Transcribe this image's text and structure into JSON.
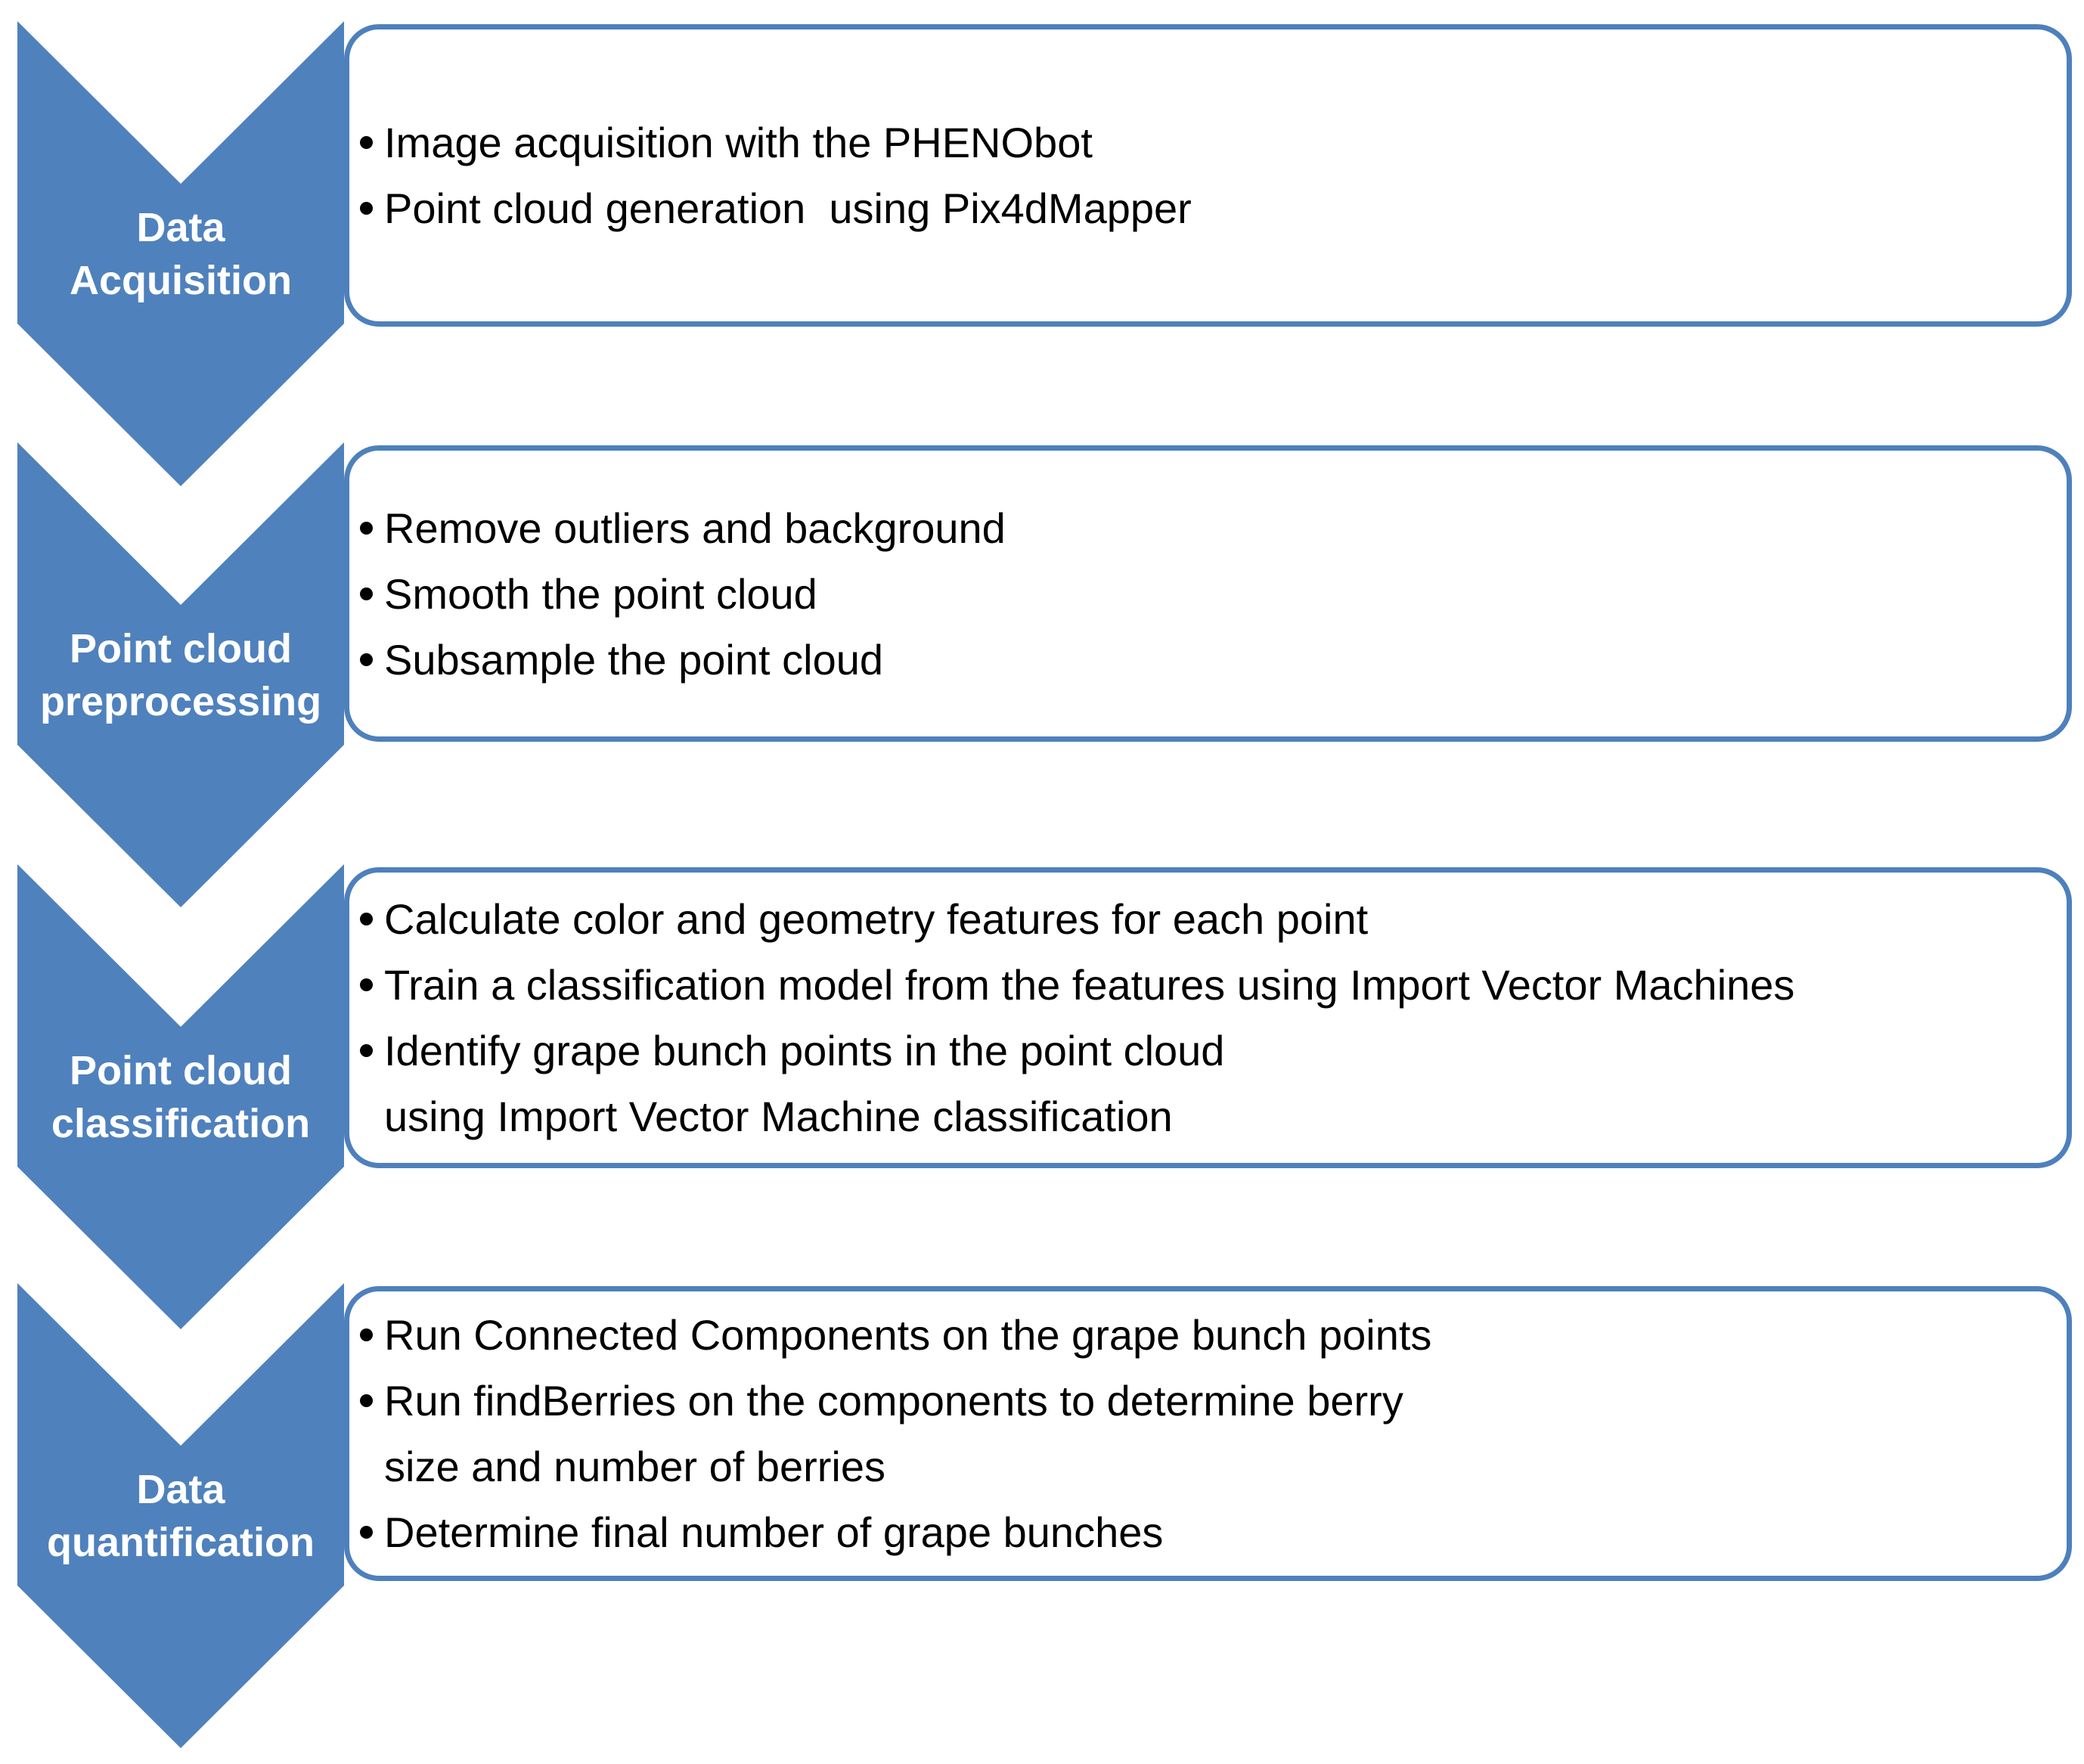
{
  "colors": {
    "accent": "#4f81bd",
    "box_border": "#4e80bc",
    "label_text": "#ffffff",
    "body_text": "#000000",
    "background": "#ffffff"
  },
  "icons": {
    "stage_shape": "chevron-down-icon",
    "list_marker": "bullet-dot-icon"
  },
  "stages": [
    {
      "label": "Data\nAcquisition",
      "bullets": [
        "Image acquisition with the PHENObot",
        "Point cloud generation  using Pix4dMapper"
      ]
    },
    {
      "label": "Point cloud\npreprocessing",
      "bullets": [
        "Remove outliers and background",
        "Smooth the point cloud",
        "Subsample the point cloud"
      ]
    },
    {
      "label": "Point cloud\nclassification",
      "bullets": [
        "Calculate color and geometry features for each point",
        "Train a classification model from the features using Import Vector Machines",
        "Identify grape bunch points in the point cloud\nusing Import Vector Machine classification"
      ]
    },
    {
      "label": "Data\nquantification",
      "bullets": [
        "Run Connected Components on the grape bunch points",
        "Run findBerries on the components to determine berry\nsize and number of berries",
        "Determine final number of grape bunches"
      ]
    }
  ]
}
